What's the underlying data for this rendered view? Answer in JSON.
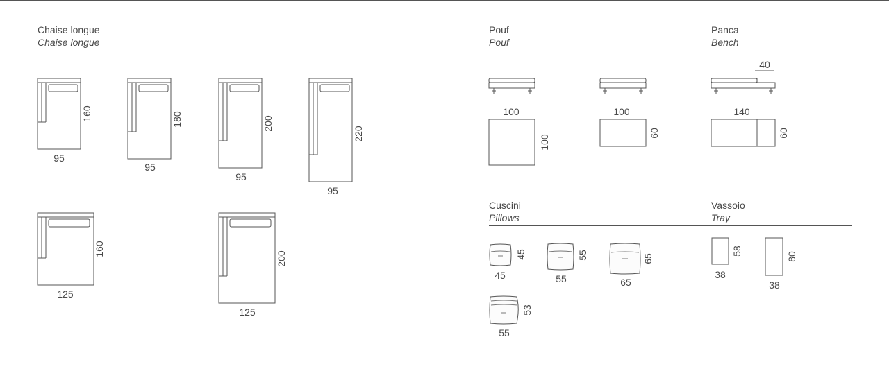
{
  "sections": {
    "chaise_longue": {
      "title_it": "Chaise longue",
      "title_en": "Chaise longue"
    },
    "pouf": {
      "title_it": "Pouf",
      "title_en": "Pouf"
    },
    "panca": {
      "title_it": "Panca",
      "title_en": "Bench"
    },
    "cuscini": {
      "title_it": "Cuscini",
      "title_en": "Pillows"
    },
    "vassoio": {
      "title_it": "Vassoio",
      "title_en": "Tray"
    }
  },
  "chaise_longue": {
    "items": [
      {
        "width": "95",
        "depth": "160"
      },
      {
        "width": "95",
        "depth": "180"
      },
      {
        "width": "95",
        "depth": "200"
      },
      {
        "width": "95",
        "depth": "220"
      },
      {
        "width": "125",
        "depth": "160"
      },
      {
        "width": "125",
        "depth": "200"
      }
    ]
  },
  "pouf": {
    "items": [
      {
        "width": "100",
        "depth": "100"
      },
      {
        "width": "100",
        "depth": "60"
      }
    ]
  },
  "panca": {
    "width": "140",
    "depth": "60",
    "tray_width": "40"
  },
  "cuscini": {
    "items": [
      {
        "width": "45",
        "height": "45"
      },
      {
        "width": "55",
        "height": "55"
      },
      {
        "width": "65",
        "height": "65"
      },
      {
        "width": "55",
        "height": "53"
      }
    ]
  },
  "vassoio": {
    "items": [
      {
        "width": "38",
        "length": "58"
      },
      {
        "width": "38",
        "length": "80"
      }
    ]
  }
}
